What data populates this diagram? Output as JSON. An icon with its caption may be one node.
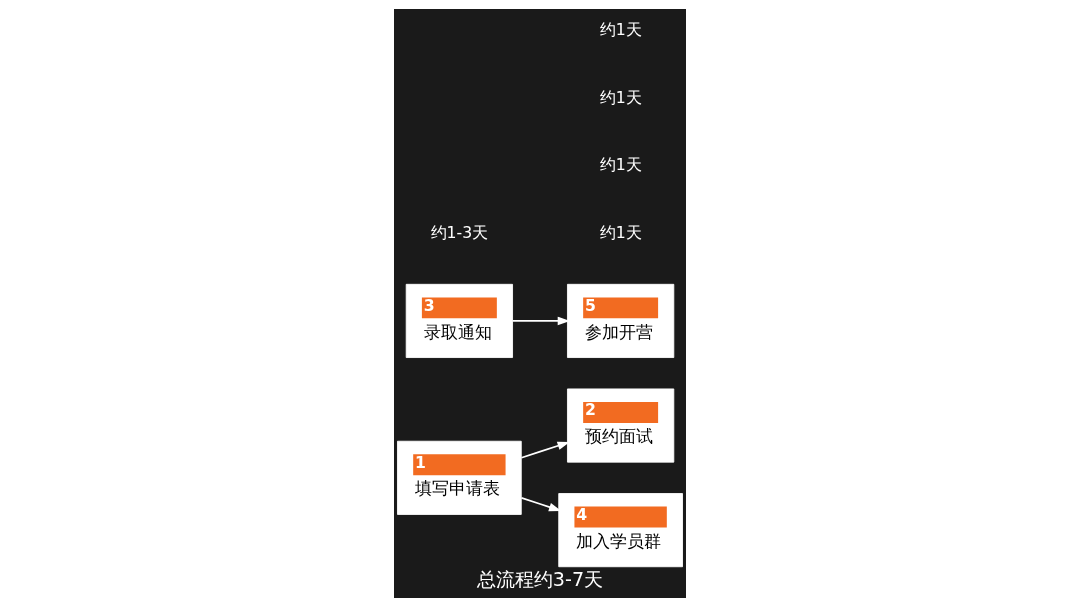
{
  "diagram": {
    "caption": "总流程约3-7天",
    "nodes": [
      {
        "text": [
          "1",
          "填写申请表"
        ]
      },
      {
        "text": [
          "2",
          "预约面试"
        ]
      },
      {
        "text": [
          "3",
          "录取通知"
        ]
      },
      {
        "text": [
          "4",
          "加入学员群"
        ]
      },
      {
        "text": [
          "5",
          "参加开营"
        ]
      }
    ],
    "edges": [
      {
        "from": 0,
        "to": 1,
        "arrow": "to"
      },
      {
        "from": 0,
        "to": 3,
        "arrow": "to"
      },
      {
        "from": 2,
        "to": 4,
        "arrow": "to"
      }
    ],
    "labels": [
      "约1天",
      "约1天",
      "约1天",
      "约1-3天",
      "约1天"
    ]
  }
}
